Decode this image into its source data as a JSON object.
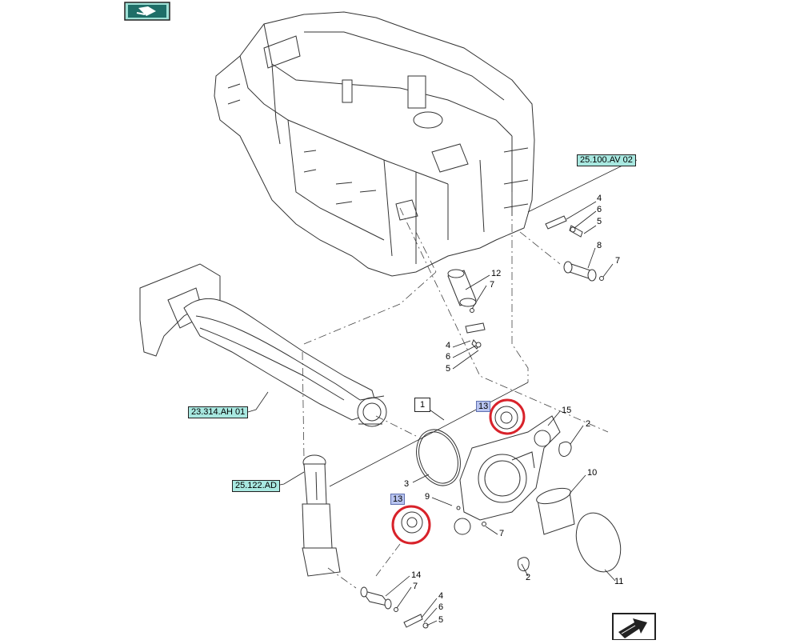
{
  "refs": {
    "r1": "25.100.AV 02",
    "r2": "23.314.AH 01",
    "r3": "25.122.AD"
  },
  "highlight_tag": "13",
  "box_label": "1",
  "labels": {
    "l4a": "4",
    "l6a": "6",
    "l5a": "5",
    "l8": "8",
    "l7a": "7",
    "l12": "12",
    "l7b": "7",
    "l4b": "4",
    "l6b": "6",
    "l5b": "5",
    "l15": "15",
    "l2a": "2",
    "l3": "3",
    "l9": "9",
    "l10": "10",
    "l7c": "7",
    "l2b": "2",
    "l11": "11",
    "l14": "14",
    "l7d": "7",
    "l4c": "4",
    "l6c": "6",
    "l5c": "5"
  },
  "colors": {
    "ref_bg": "#a8e8e0",
    "tag_bg": "#b8c4f0",
    "highlight": "#d8222a"
  },
  "icons": {
    "top": "back-to-index-icon",
    "bottom": "next-page-icon"
  }
}
